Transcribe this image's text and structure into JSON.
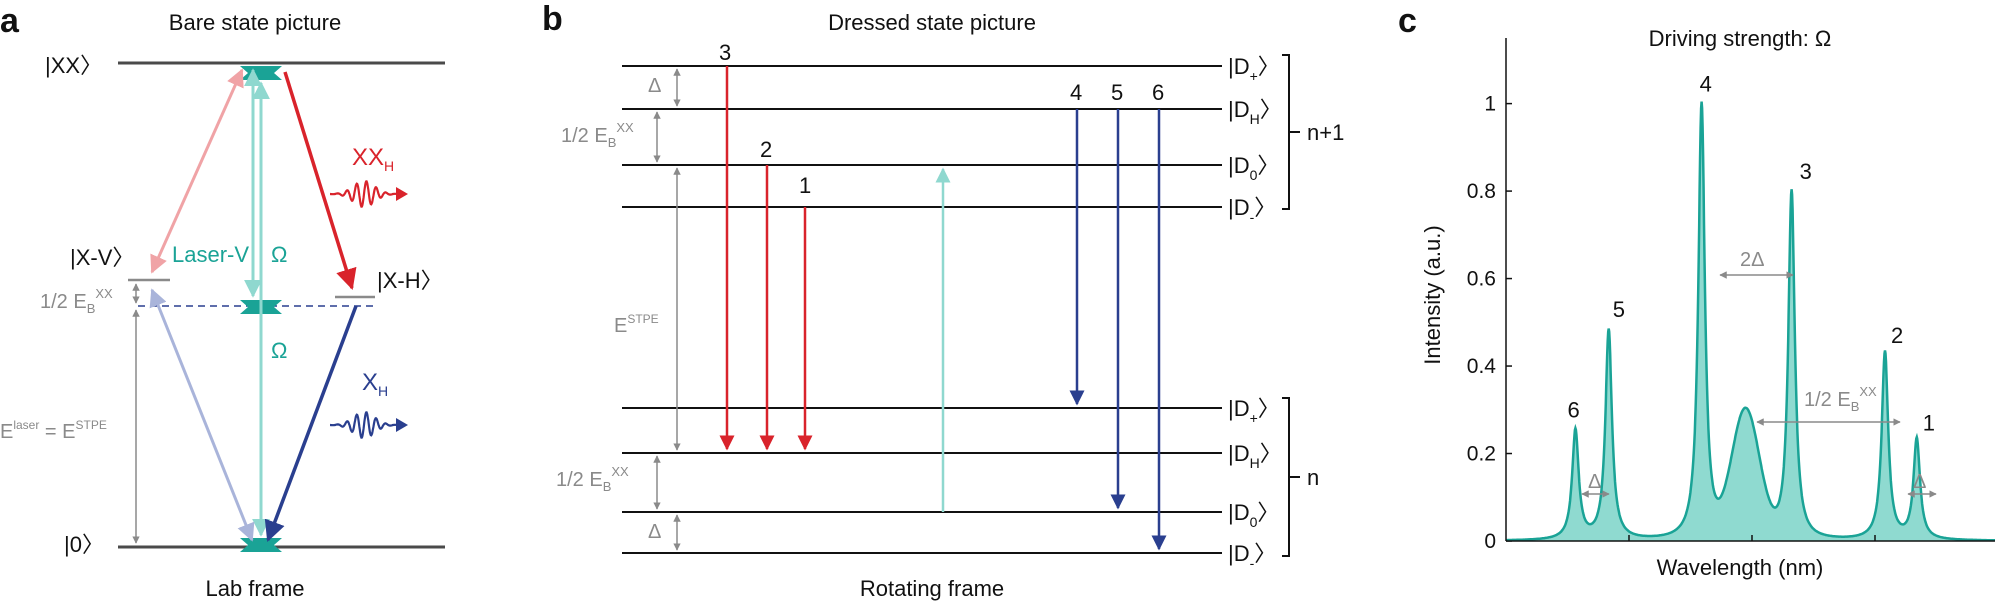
{
  "colors": {
    "dark": "#4a4a4a",
    "grey": "#8a8a8a",
    "teal": "#1aa396",
    "teal_light": "#8fd8cf",
    "teal_fill": "#8fdad0",
    "red": "#d9232b",
    "red_light": "#f0a3a6",
    "navy": "#2a3f8f",
    "navy_light": "#a9b4da"
  },
  "panel_a": {
    "letter": "a",
    "title": "Bare state picture",
    "footer": "Lab frame",
    "level_xx": "|XX〉",
    "level_xv": "|X-V〉",
    "level_xh": "|X-H〉",
    "level_0": "|0〉",
    "laser_label": "Laser-V",
    "omega": "Ω",
    "xx_h_main": "XX",
    "xx_h_sub": "H",
    "x_h_main": "X",
    "x_h_sub": "H",
    "half_eb": "1/2 E",
    "eb_sub": "B",
    "eb_sup": "XX",
    "e_laser": "E",
    "laser_sup": "laser",
    "equals": " = E",
    "stpe_sup": "STPE"
  },
  "panel_b": {
    "letter": "b",
    "title": "Dressed state picture",
    "footer": "Rotating frame",
    "ket_open": "|D",
    "ket_close": "〉",
    "subs": [
      "+",
      "H",
      "0",
      "-"
    ],
    "group_upper": "n+1",
    "group_lower": "n",
    "delta": "Δ",
    "half_eb": "1/2 E",
    "eb_sub": "B",
    "eb_sup": "XX",
    "e_main": "E",
    "stpe_sup": "STPE",
    "transition_labels": [
      "3",
      "2",
      "1",
      "4",
      "5",
      "6"
    ]
  },
  "panel_c": {
    "letter": "c"
  },
  "chart_data": {
    "type": "line",
    "title": "Driving strength: Ω",
    "xlabel": "Wavelength (nm)",
    "ylabel": "Intensity (a.u.)",
    "ylim": [
      0,
      1.15
    ],
    "yticks": [
      0,
      0.2,
      0.4,
      0.6,
      0.8,
      1
    ],
    "ytick_labels": [
      "0",
      "0.2",
      "0.4",
      "0.6",
      "0.8",
      "1"
    ],
    "grid": false,
    "peaks": [
      {
        "label": "6",
        "x": 0.142,
        "height": 0.25
      },
      {
        "label": "5",
        "x": 0.21,
        "height": 0.48
      },
      {
        "label": "4",
        "x": 0.4,
        "height": 1.0
      },
      {
        "label": "3",
        "x": 0.584,
        "height": 0.8
      },
      {
        "label": "2",
        "x": 0.775,
        "height": 0.43
      },
      {
        "label": "1",
        "x": 0.84,
        "height": 0.23
      }
    ],
    "broad_peak": {
      "x": 0.49,
      "height": 0.29
    },
    "annotations": {
      "delta": "Δ",
      "two_delta": "2Δ",
      "half_eb": "1/2 E",
      "eb_sub": "B",
      "eb_sup": "XX"
    }
  }
}
